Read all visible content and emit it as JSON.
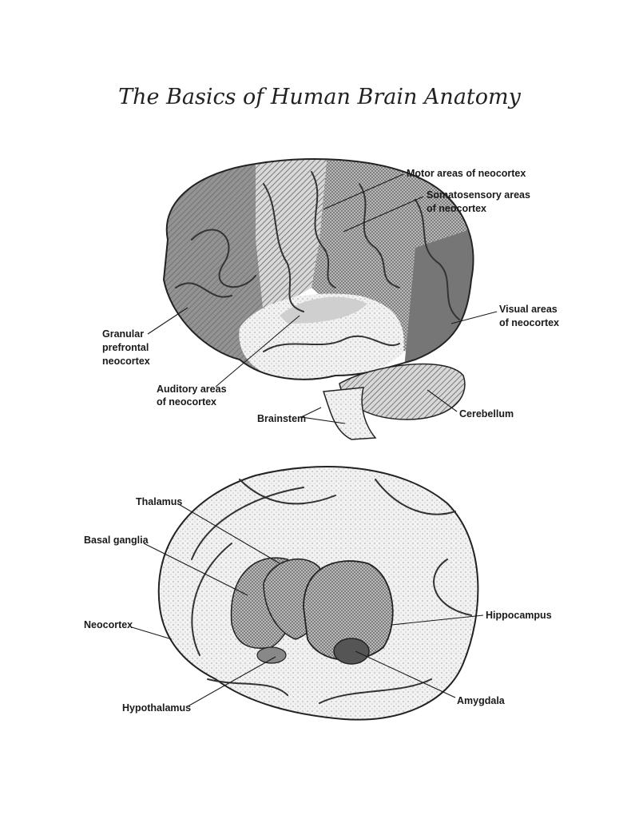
{
  "title": "The Basics of Human Brain Anatomy",
  "lateral_view": {
    "labels": {
      "motor": "Motor areas of neocortex",
      "somatosensory": [
        "Somatosensory areas",
        "of neocortex"
      ],
      "visual": [
        "Visual areas",
        "of neocortex"
      ],
      "prefrontal": [
        "Granular",
        "prefrontal",
        "neocortex"
      ],
      "auditory": [
        "Auditory areas",
        "of neocortex"
      ],
      "brainstem": "Brainstem",
      "cerebellum": "Cerebellum"
    },
    "colors": {
      "prefrontal": "#6e6e6e",
      "motor": "#b9b9b9",
      "somatosensory": "#9c9c9c",
      "visual": "#767676",
      "temporal": "#e6e6e6",
      "auditory": "#cfcfcf",
      "cerebellum": "#bdbdbd"
    }
  },
  "internal_view": {
    "labels": {
      "thalamus": "Thalamus",
      "basal_ganglia": "Basal ganglia",
      "neocortex": "Neocortex",
      "hippocampus": "Hippocampus",
      "amygdala": "Amygdala",
      "hypothalamus": "Hypothalamus"
    }
  }
}
